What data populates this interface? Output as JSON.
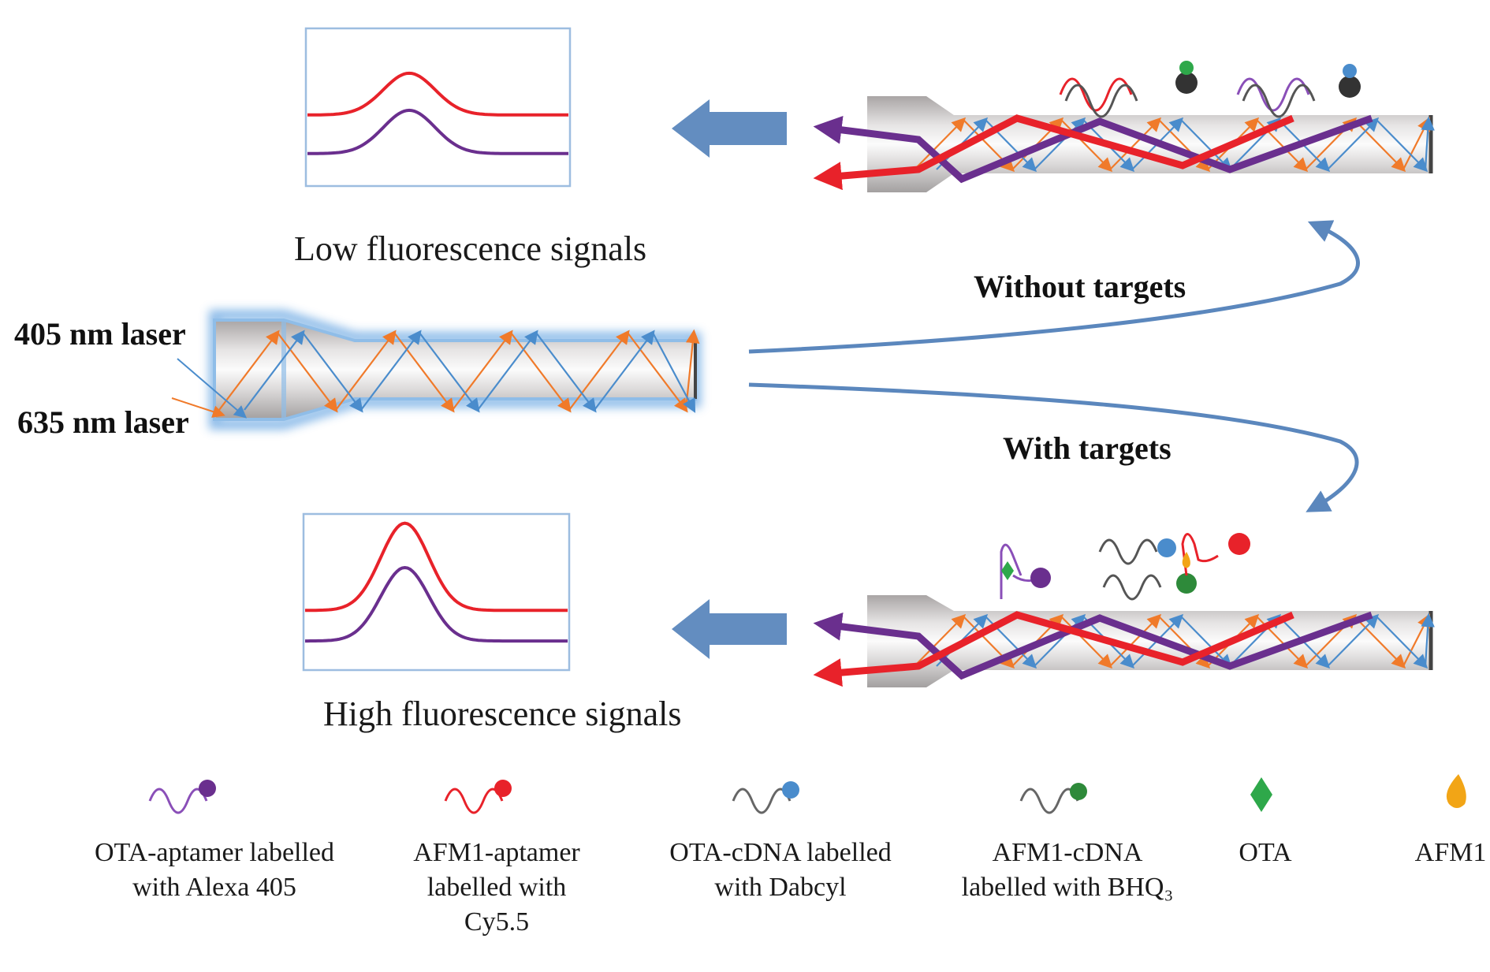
{
  "colors": {
    "red_signal": "#e8222a",
    "purple_signal": "#6a2f8e",
    "laser_orange": "#f07a2a",
    "laser_blue": "#4a8ccc",
    "flow_arrow_blue": "#5b87bd",
    "panel_border": "#9dbde0",
    "fiber_gray": "#c9c6c6",
    "fiber_glow": "#7fb3e6",
    "ota_green": "#2ea84a",
    "afm1_orange": "#f2a516"
  },
  "labels": {
    "laser_405": "405 nm laser",
    "laser_635": "635 nm laser",
    "without_targets": "Without targets",
    "with_targets": "With targets",
    "low_signal": "Low fluorescence signals",
    "high_signal": "High fluorescence signals"
  },
  "panels": {
    "low": {
      "series": [
        {
          "name": "red",
          "baseline": 0.45,
          "peak": 0.72
        },
        {
          "name": "purple",
          "baseline": 0.2,
          "peak": 0.48
        }
      ]
    },
    "high": {
      "series": [
        {
          "name": "red",
          "baseline": 0.38,
          "peak": 0.95
        },
        {
          "name": "purple",
          "baseline": 0.18,
          "peak": 0.66
        }
      ]
    }
  },
  "legend": [
    {
      "icon": "purple-aptamer-alexa405-icon",
      "lines": [
        "OTA-aptamer labelled",
        "with Alexa 405"
      ]
    },
    {
      "icon": "red-aptamer-cy55-icon",
      "lines": [
        "AFM1-aptamer",
        "labelled with",
        "Cy5.5"
      ]
    },
    {
      "icon": "gray-cdna-dabcyl-icon",
      "lines": [
        "OTA-cDNA labelled",
        "with Dabcyl"
      ]
    },
    {
      "icon": "gray-cdna-bhq3-icon",
      "lines": [
        "AFM1-cDNA",
        "labelled with BHQ₃"
      ]
    },
    {
      "icon": "ota-diamond-icon",
      "lines": [
        "OTA"
      ]
    },
    {
      "icon": "afm1-drop-icon",
      "lines": [
        "AFM1"
      ]
    }
  ]
}
